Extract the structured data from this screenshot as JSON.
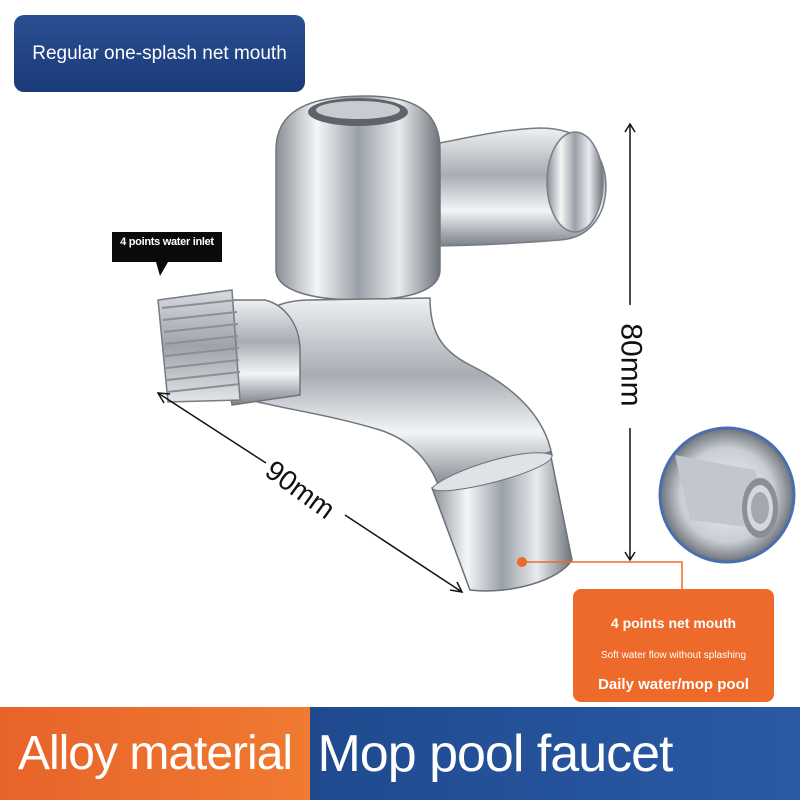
{
  "header": {
    "badge_label": "Regular one-splash net mouth"
  },
  "callouts": {
    "inlet_label": "4 points water inlet",
    "height_label": "80mm",
    "length_label": "90mm"
  },
  "net_mouth_box": {
    "title": "4 points net mouth",
    "subtitle": "Soft water flow without splashing",
    "usage": "Daily water/mop pool"
  },
  "footer": {
    "left_label": "Alloy material",
    "right_label": "Mop pool faucet"
  },
  "colors": {
    "accent_orange": "#ee6a2a",
    "accent_blue": "#1f4a8f"
  }
}
